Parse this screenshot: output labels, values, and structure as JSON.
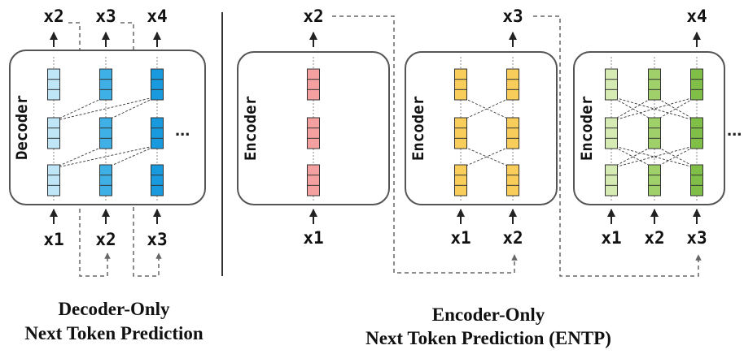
{
  "decoder": {
    "module_label": "Decoder",
    "top_tokens": [
      "x2",
      "x3",
      "x4"
    ],
    "bottom_tokens": [
      "x1",
      "x2",
      "x3"
    ],
    "ellipsis": "...",
    "caption_line1": "Decoder-Only",
    "caption_line2": "Next Token Prediction"
  },
  "encoder": {
    "module_label": "Encoder",
    "step1": {
      "top": "x2",
      "bottom": [
        "x1"
      ]
    },
    "step2": {
      "top": "x3",
      "bottom": [
        "x1",
        "x2"
      ]
    },
    "step3": {
      "top": "x4",
      "bottom": [
        "x1",
        "x2",
        "x3"
      ]
    },
    "ellipsis": "...",
    "caption_line1": "Encoder-Only",
    "caption_line2": "Next Token Prediction (ENTP)"
  },
  "colors": {
    "decoder_column_fills": [
      "#bfe6f7",
      "#3fb0e6",
      "#1a9ade"
    ],
    "encoder_step1_fill": "#f5a0a0",
    "encoder_step2_fill": "#f8cd5a",
    "encoder_step3_fills": [
      "#d6ebb4",
      "#9fd06a",
      "#7fbf48"
    ],
    "box_border": "#555555",
    "arrow": "#222222",
    "dashed": "#666666"
  }
}
